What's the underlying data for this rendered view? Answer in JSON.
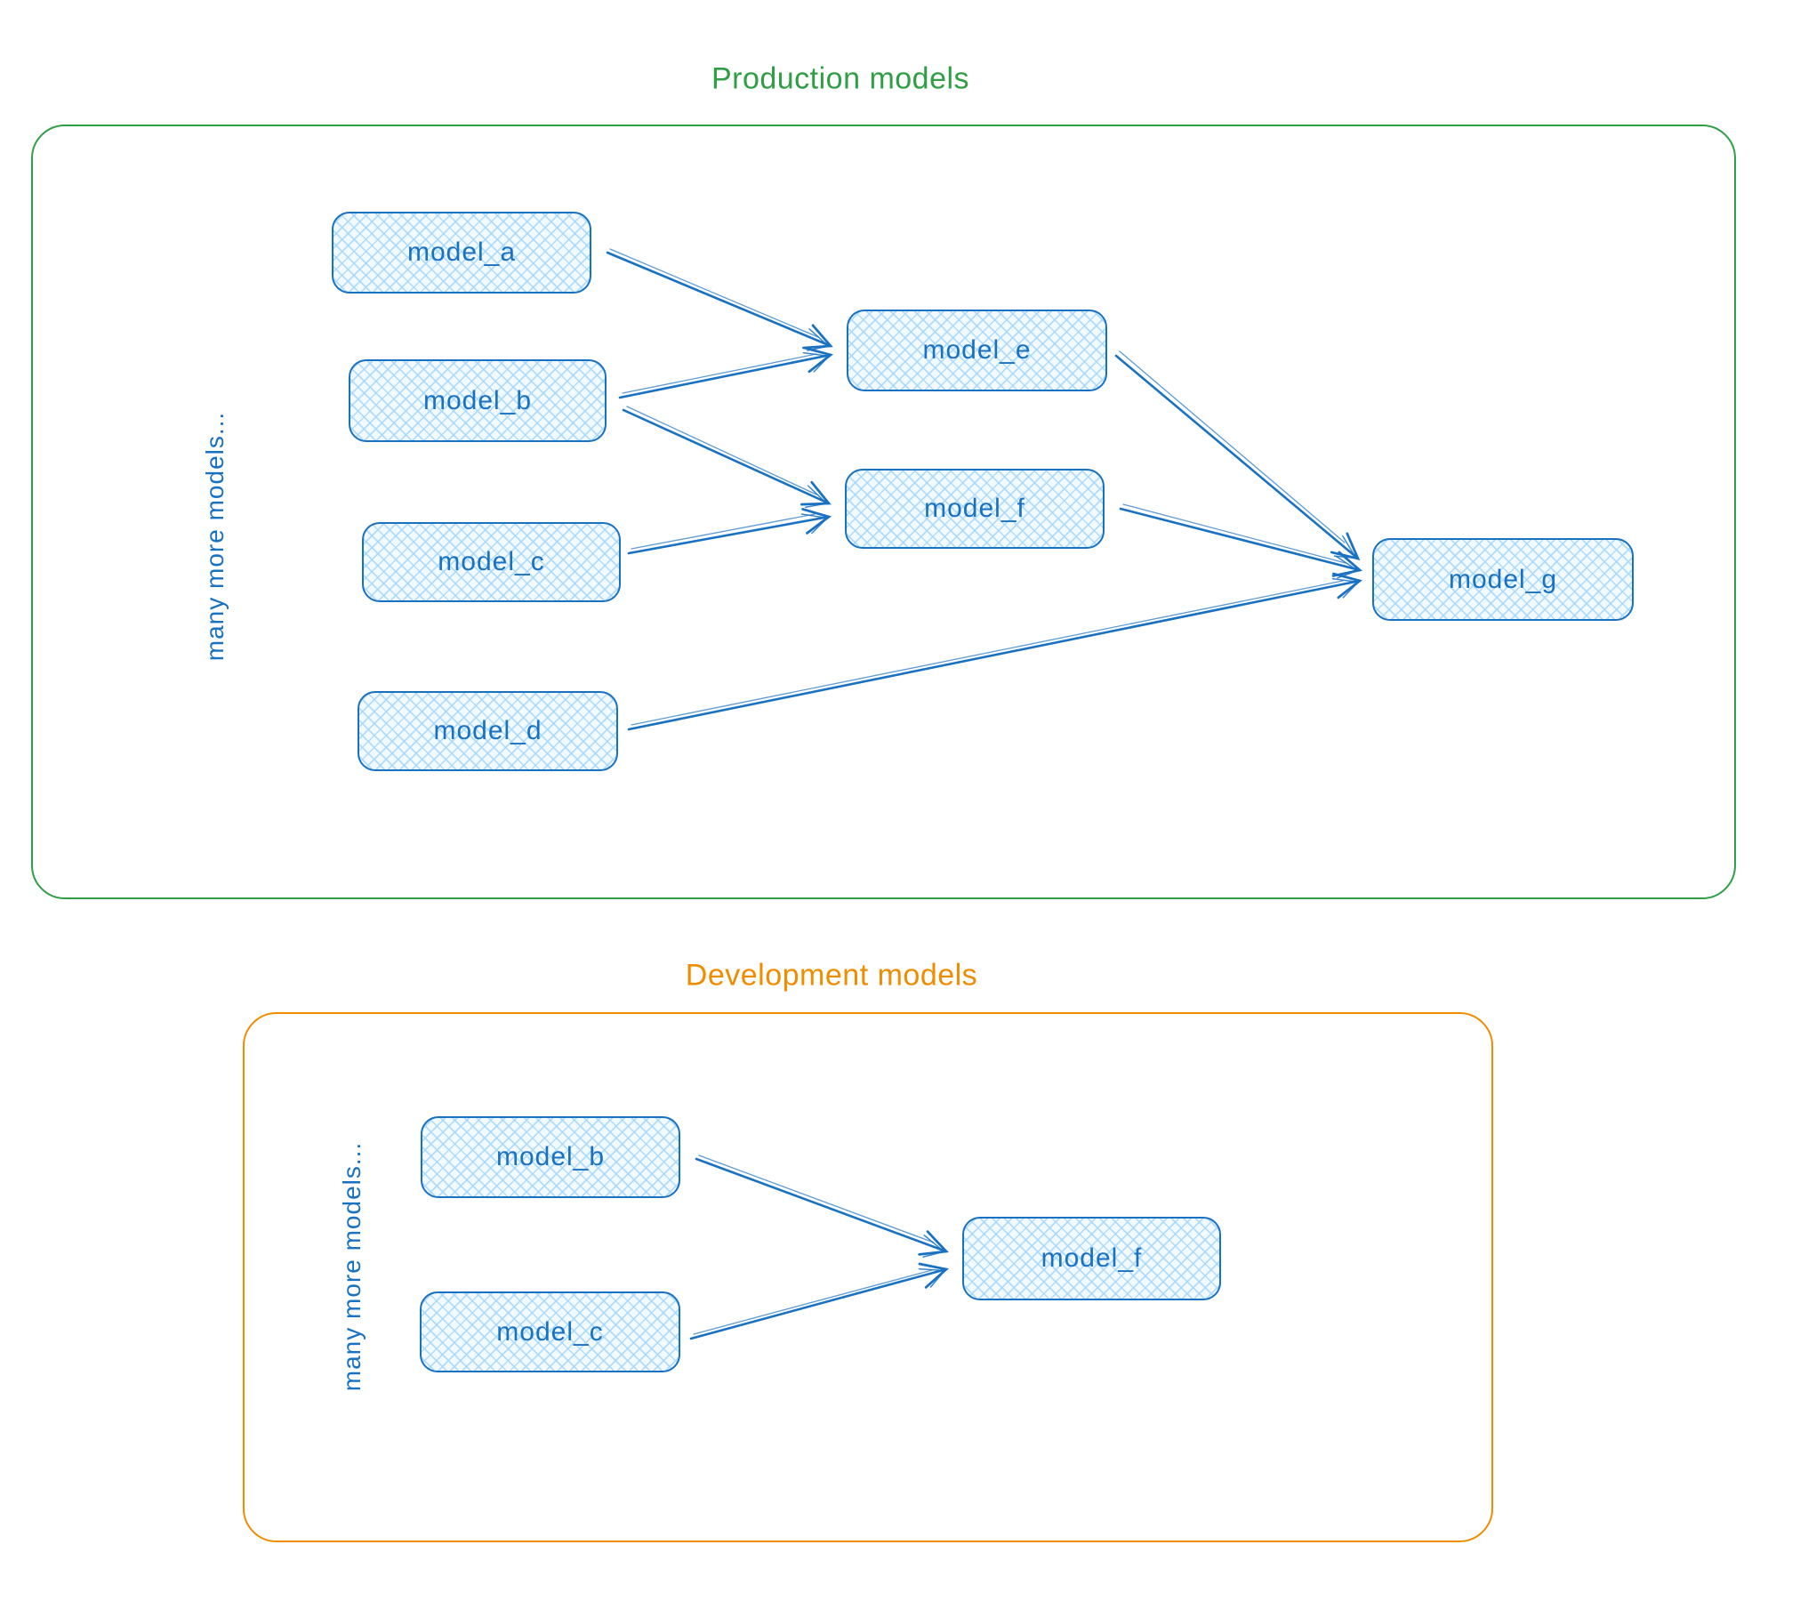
{
  "production": {
    "title": "Production models",
    "accent_color": "#2f9e44",
    "side_label": "many more models...",
    "nodes": [
      {
        "label": "model_a"
      },
      {
        "label": "model_b"
      },
      {
        "label": "model_c"
      },
      {
        "label": "model_d"
      },
      {
        "label": "model_e"
      },
      {
        "label": "model_f"
      },
      {
        "label": "model_g"
      }
    ],
    "edges": [
      {
        "from": "model_a",
        "to": "model_e"
      },
      {
        "from": "model_b",
        "to": "model_e"
      },
      {
        "from": "model_b",
        "to": "model_f"
      },
      {
        "from": "model_c",
        "to": "model_f"
      },
      {
        "from": "model_e",
        "to": "model_g"
      },
      {
        "from": "model_f",
        "to": "model_g"
      },
      {
        "from": "model_d",
        "to": "model_g"
      }
    ]
  },
  "development": {
    "title": "Development models",
    "accent_color": "#f08c00",
    "side_label": "many more models...",
    "nodes": [
      {
        "label": "model_b"
      },
      {
        "label": "model_c"
      },
      {
        "label": "model_f"
      }
    ],
    "edges": [
      {
        "from": "model_b",
        "to": "model_f"
      },
      {
        "from": "model_c",
        "to": "model_f"
      }
    ]
  },
  "colors": {
    "node_stroke": "#1971c2",
    "node_fill": "#a5d8ff"
  }
}
